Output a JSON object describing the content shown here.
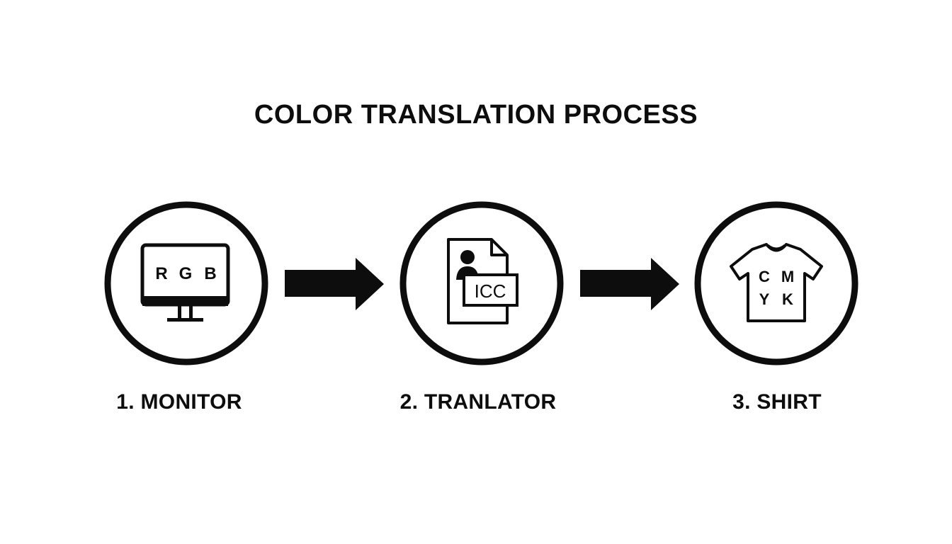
{
  "title": "COLOR TRANSLATION PROCESS",
  "steps": [
    {
      "label": "1. MONITOR",
      "icon": "monitor-icon",
      "icon_letters": [
        "R",
        "G",
        "B"
      ]
    },
    {
      "label": "2. TRANLATOR",
      "icon": "icc-profile-document-icon",
      "icon_text": "ICC"
    },
    {
      "label": "3. SHIRT",
      "icon": "t-shirt-icon",
      "icon_letters": [
        "C",
        "M",
        "Y",
        "K"
      ]
    }
  ],
  "connectors": [
    "arrow-right-icon",
    "arrow-right-icon"
  ],
  "colors": {
    "ink": "#0d0d0d",
    "background": "#ffffff"
  }
}
